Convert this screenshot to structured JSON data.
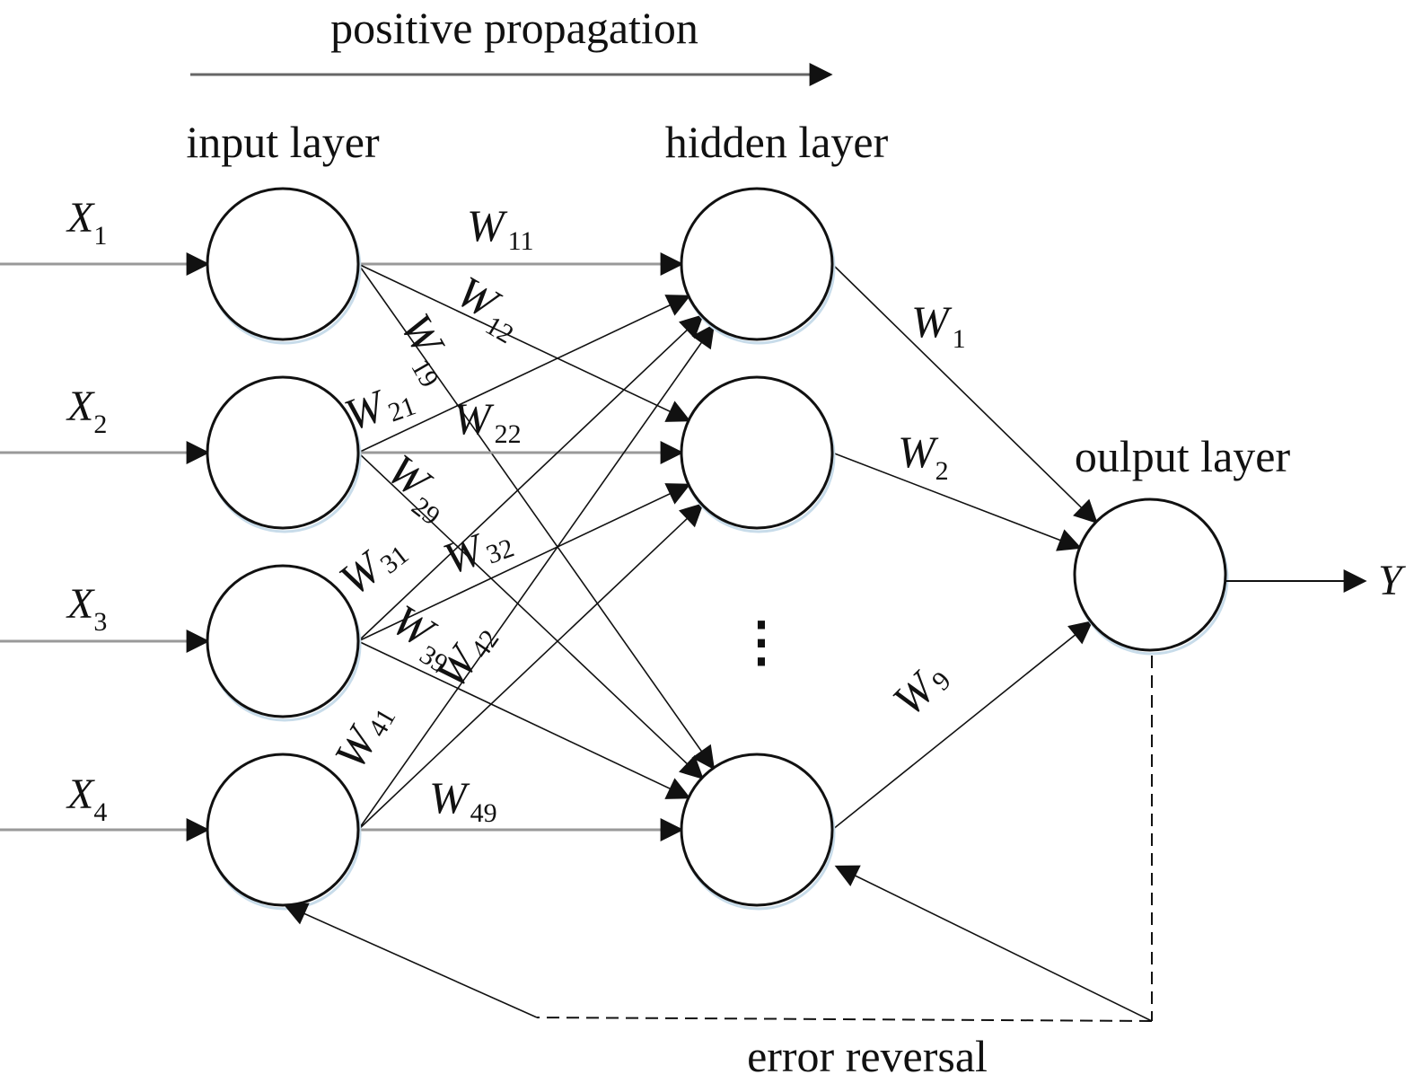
{
  "diagram": {
    "title": "positive propagation",
    "layers": {
      "input": "input layer",
      "hidden": "hidden layer",
      "output": "oulput layer"
    },
    "inputs": [
      {
        "var": "X",
        "sub": "1"
      },
      {
        "var": "X",
        "sub": "2"
      },
      {
        "var": "X",
        "sub": "3"
      },
      {
        "var": "X",
        "sub": "4"
      }
    ],
    "output": {
      "var": "Y"
    },
    "hidden_ellipsis": "⋮",
    "input_weights": [
      {
        "var": "W",
        "sub": "11"
      },
      {
        "var": "W",
        "sub": "12"
      },
      {
        "var": "W",
        "sub": "19"
      },
      {
        "var": "W",
        "sub": "21"
      },
      {
        "var": "W",
        "sub": "22"
      },
      {
        "var": "W",
        "sub": "29"
      },
      {
        "var": "W",
        "sub": "31"
      },
      {
        "var": "W",
        "sub": "32"
      },
      {
        "var": "W",
        "sub": "39"
      },
      {
        "var": "W",
        "sub": "41"
      },
      {
        "var": "W",
        "sub": "42"
      },
      {
        "var": "W",
        "sub": "49"
      }
    ],
    "output_weights": [
      {
        "var": "W",
        "sub": "1"
      },
      {
        "var": "W",
        "sub": "2"
      },
      {
        "var": "W",
        "sub": "9"
      }
    ],
    "feedback_label": "error reversal"
  }
}
